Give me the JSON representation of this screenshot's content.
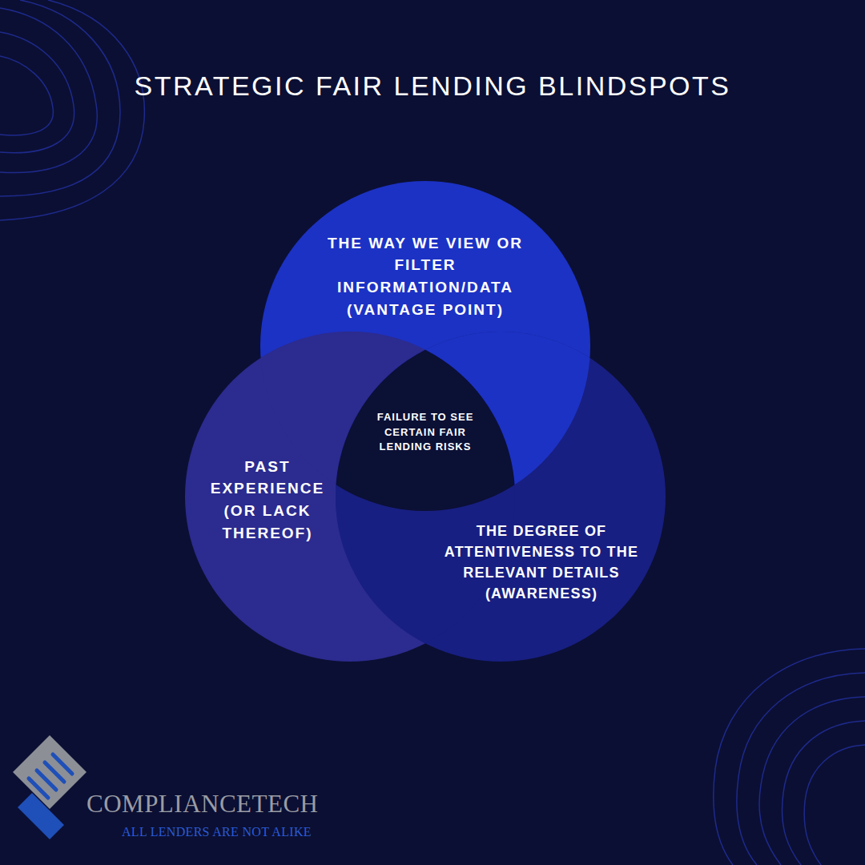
{
  "diagram": {
    "title": "STRATEGIC FAIR LENDING BLINDSPOTS",
    "nodes": [
      {
        "text": [
          "THE WAY WE VIEW OR FILTER INFORMATION/DATA (VANTAGE POINT)"
        ]
      },
      {
        "text": [
          "FAILURE TO SEE CERTAIN FAIR LENDING RISKS"
        ]
      },
      {
        "text": [
          "PAST EXPERIENCE (OR LACK THEREOF)"
        ]
      },
      {
        "text": [
          "THE DEGREE OF ATTENTIVENESS TO THE RELEVANT DETAILS (AWARENESS)"
        ]
      }
    ],
    "labels": [
      "COMPLIANCETECH",
      "ALL LENDERS ARE NOT ALIKE"
    ]
  }
}
